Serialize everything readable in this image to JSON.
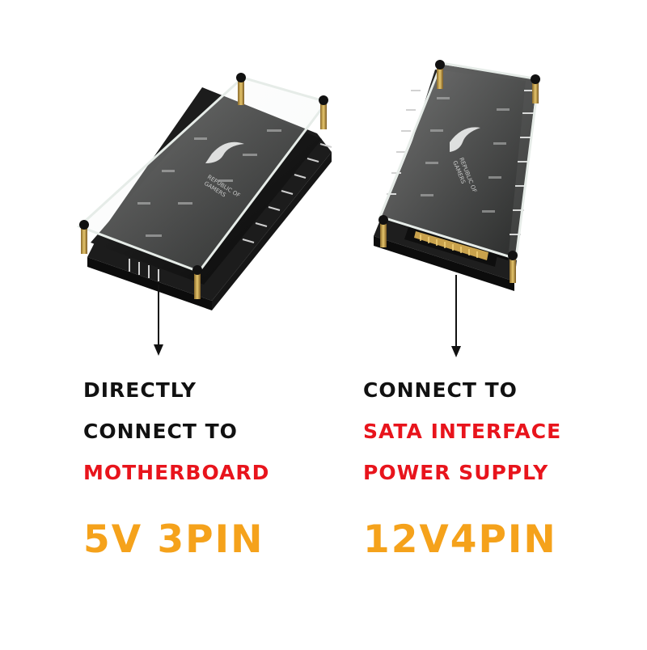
{
  "colors": {
    "black_text": "#111111",
    "red_text": "#e8141c",
    "orange_text": "#f5a21b",
    "pcb": "#141414",
    "acrylic_edge": "#e6ece8",
    "arrow": "#111111"
  },
  "left": {
    "line1": "DIRECTLY",
    "line2": "CONNECT TO",
    "line3": "MOTHERBOARD",
    "spec": "5V 3PIN"
  },
  "right": {
    "line1": "CONNECT TO",
    "line2": "SATA INTERFACE",
    "line3": "POWER SUPPLY",
    "spec": "12V4PIN"
  },
  "board_logo_text": "REPUBLIC OF GAMERS"
}
